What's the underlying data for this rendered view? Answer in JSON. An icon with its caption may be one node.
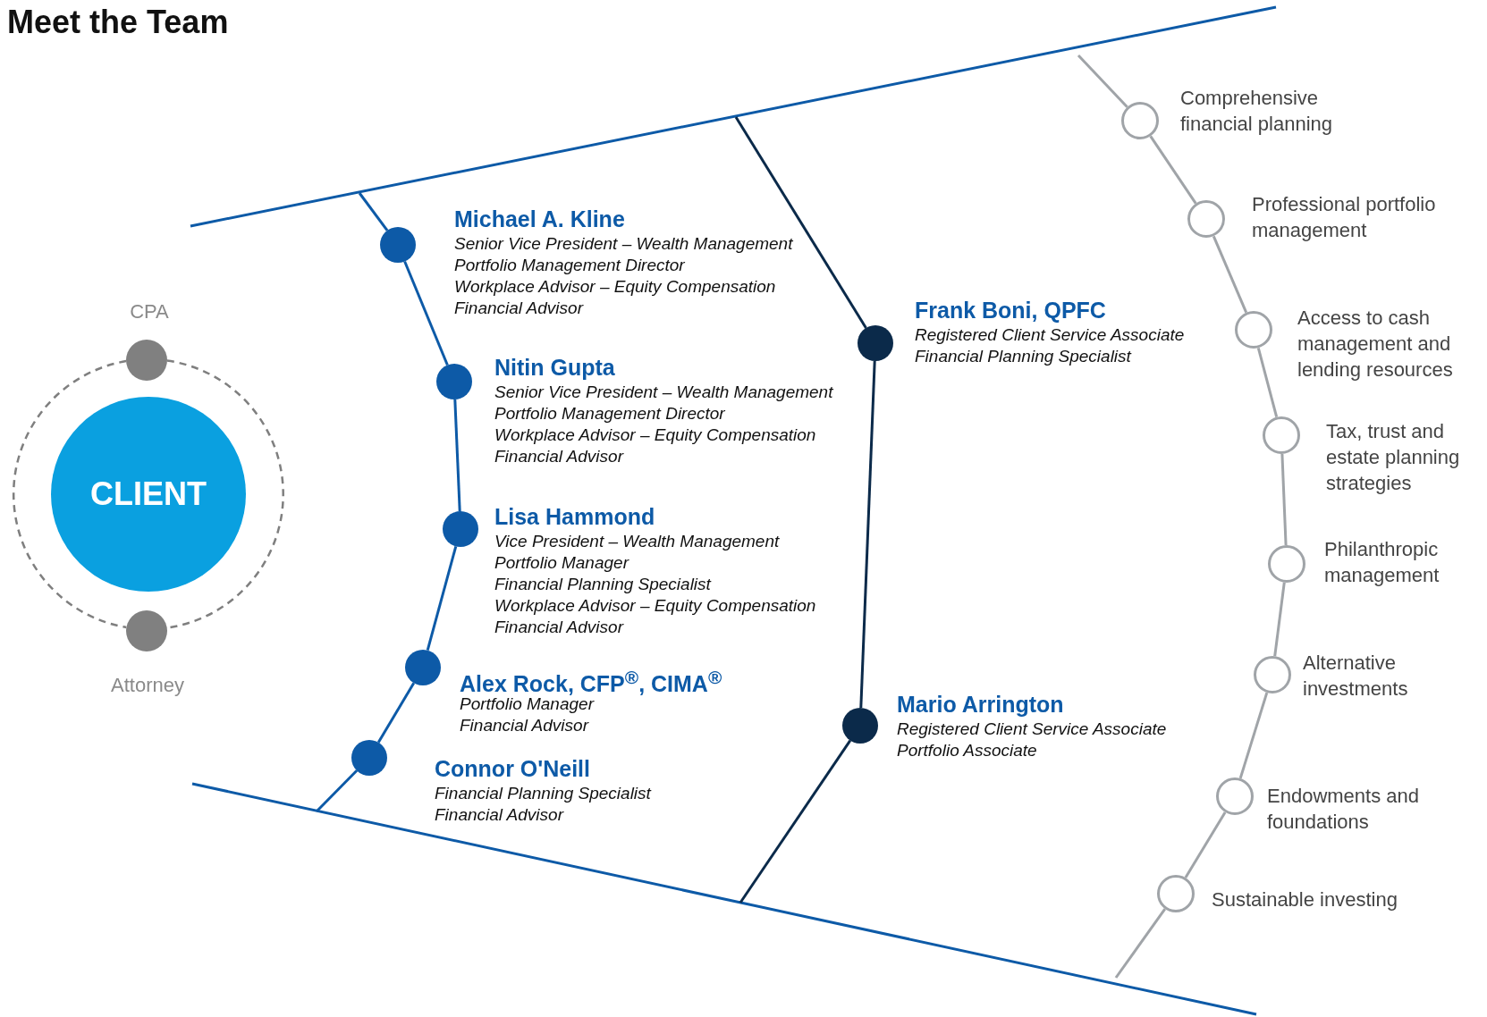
{
  "diagram": {
    "title": "Meet the Team",
    "nodes": [
      {
        "text": [
          "CLIENT"
        ]
      },
      {
        "text": [],
        "shape": "circle",
        "beside": [
          "CPA"
        ]
      },
      {
        "text": [],
        "shape": "circle",
        "beside": [
          "Attorney"
        ]
      },
      {
        "text": [],
        "shape": "circle",
        "beside": [
          "Michael A. Kline",
          "Senior Vice President – Wealth Management",
          "Portfolio Management Director",
          "Workplace Advisor – Equity Compensation",
          "Financial Advisor"
        ]
      },
      {
        "text": [],
        "shape": "circle",
        "beside": [
          "Nitin Gupta",
          "Senior Vice President – Wealth Management",
          "Portfolio Management Director",
          "Workplace Advisor – Equity Compensation",
          "Financial Advisor"
        ]
      },
      {
        "text": [],
        "shape": "circle",
        "beside": [
          "Lisa Hammond",
          "Vice President – Wealth Management",
          "Portfolio Manager",
          "Financial Planning Specialist",
          "Workplace Advisor – Equity Compensation",
          "Financial Advisor"
        ]
      },
      {
        "text": [],
        "shape": "circle",
        "beside": [
          "Alex Rock, CFP$^{®}$, CIMA$^{®}$",
          "Portfolio Manager",
          "Financial Advisor"
        ]
      },
      {
        "text": [],
        "shape": "circle",
        "beside": [
          "Connor O'Neill",
          "Financial Planning Specialist",
          "Financial Advisor"
        ]
      },
      {
        "text": [],
        "shape": "circle",
        "beside": [
          "Frank Boni, QPFC",
          "Registered Client Service Associate",
          "Financial Planning Specialist"
        ]
      },
      {
        "text": [],
        "shape": "circle",
        "beside": [
          "Mario Arrington",
          "Registered Client Service Associate",
          "Portfolio Associate"
        ]
      },
      {
        "text": [],
        "shape": "circle",
        "beside": [
          "Comprehensive financial planning"
        ]
      },
      {
        "text": [],
        "shape": "circle",
        "beside": [
          "Professional portfolio management"
        ]
      },
      {
        "text": [],
        "shape": "circle",
        "beside": [
          "Access to cash management and lending resources"
        ]
      },
      {
        "text": [],
        "shape": "circle",
        "beside": [
          "Tax, trust and estate planning strategies"
        ]
      },
      {
        "text": [],
        "shape": "circle",
        "beside": [
          "Philanthropic management"
        ]
      },
      {
        "text": [],
        "shape": "circle",
        "beside": [
          "Alternative investments"
        ]
      },
      {
        "text": [],
        "shape": "circle",
        "beside": [
          "Endowments and foundations"
        ]
      },
      {
        "text": [],
        "shape": "circle",
        "beside": [
          "Sustainable investing"
        ]
      }
    ],
    "edges": [
      {
        "from": 1,
        "to": 2,
        "arrow": "none",
        "style": "dashed",
        "color": "#7f7f7f"
      },
      {
        "from": 1,
        "to": 2,
        "arrow": "none",
        "style": "dashed",
        "color": "#7f7f7f"
      },
      {
        "from": 3,
        "to": 4,
        "arrow": "none",
        "color": "#0d5aa7"
      },
      {
        "from": 4,
        "to": 5,
        "arrow": "none",
        "color": "#0d5aa7"
      },
      {
        "from": 5,
        "to": 6,
        "arrow": "none",
        "color": "#0d5aa7"
      },
      {
        "from": 6,
        "to": 7,
        "arrow": "none",
        "color": "#0d5aa7"
      },
      {
        "from": 8,
        "to": 9,
        "arrow": "none",
        "color": "#0b2a4a"
      },
      {
        "from": 10,
        "to": 11,
        "arrow": "none"
      },
      {
        "from": 11,
        "to": 12,
        "arrow": "none"
      },
      {
        "from": 12,
        "to": 13,
        "arrow": "none"
      },
      {
        "from": 13,
        "to": 14,
        "arrow": "none"
      },
      {
        "from": 14,
        "to": 15,
        "arrow": "none"
      },
      {
        "from": 15,
        "to": 16,
        "arrow": "none"
      },
      {
        "from": 16,
        "to": 17,
        "arrow": "none"
      }
    ]
  }
}
